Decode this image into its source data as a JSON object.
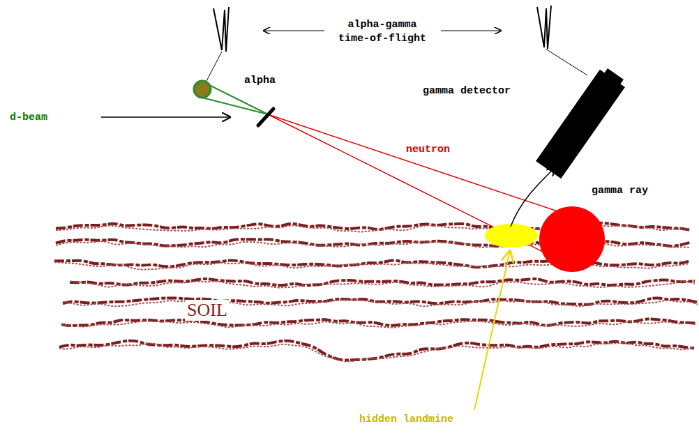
{
  "diagram": {
    "labels": [
      "alpha-gamma time-of-flight",
      "alpha",
      "d-beam",
      "gamma detector",
      "neutron",
      "gamma ray",
      "SOIL",
      "hidden landmine"
    ]
  }
}
